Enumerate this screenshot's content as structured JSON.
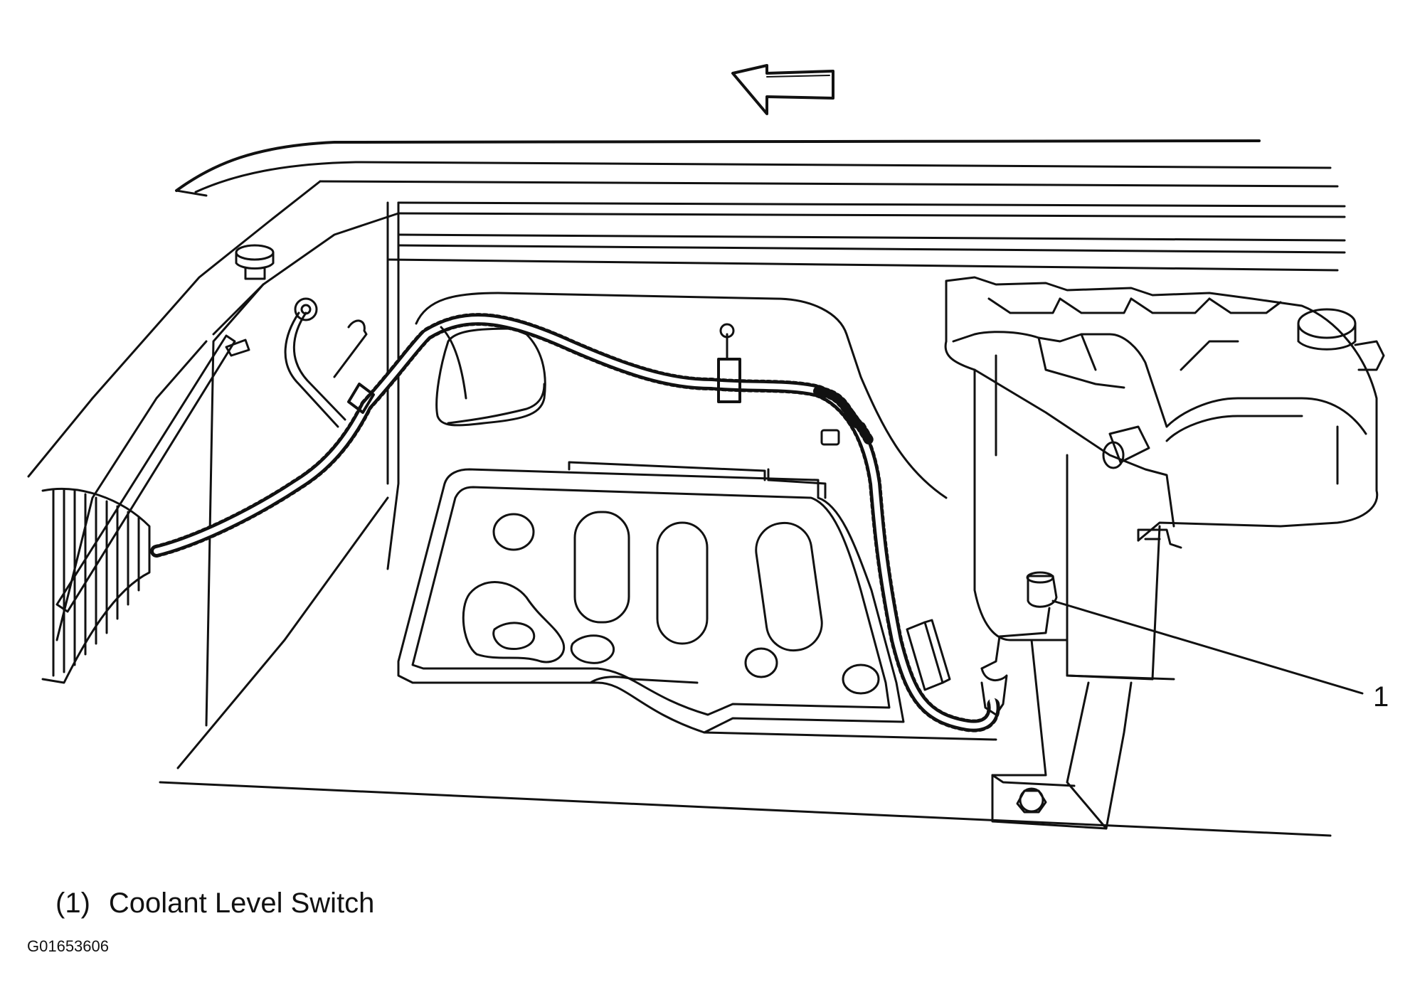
{
  "diagram": {
    "callouts": [
      {
        "number": "1",
        "label": "Coolant Level Switch"
      }
    ],
    "legend": [
      {
        "marker": "(1)",
        "text": "Coolant Level Switch"
      }
    ],
    "figure_id": "G01653606"
  }
}
